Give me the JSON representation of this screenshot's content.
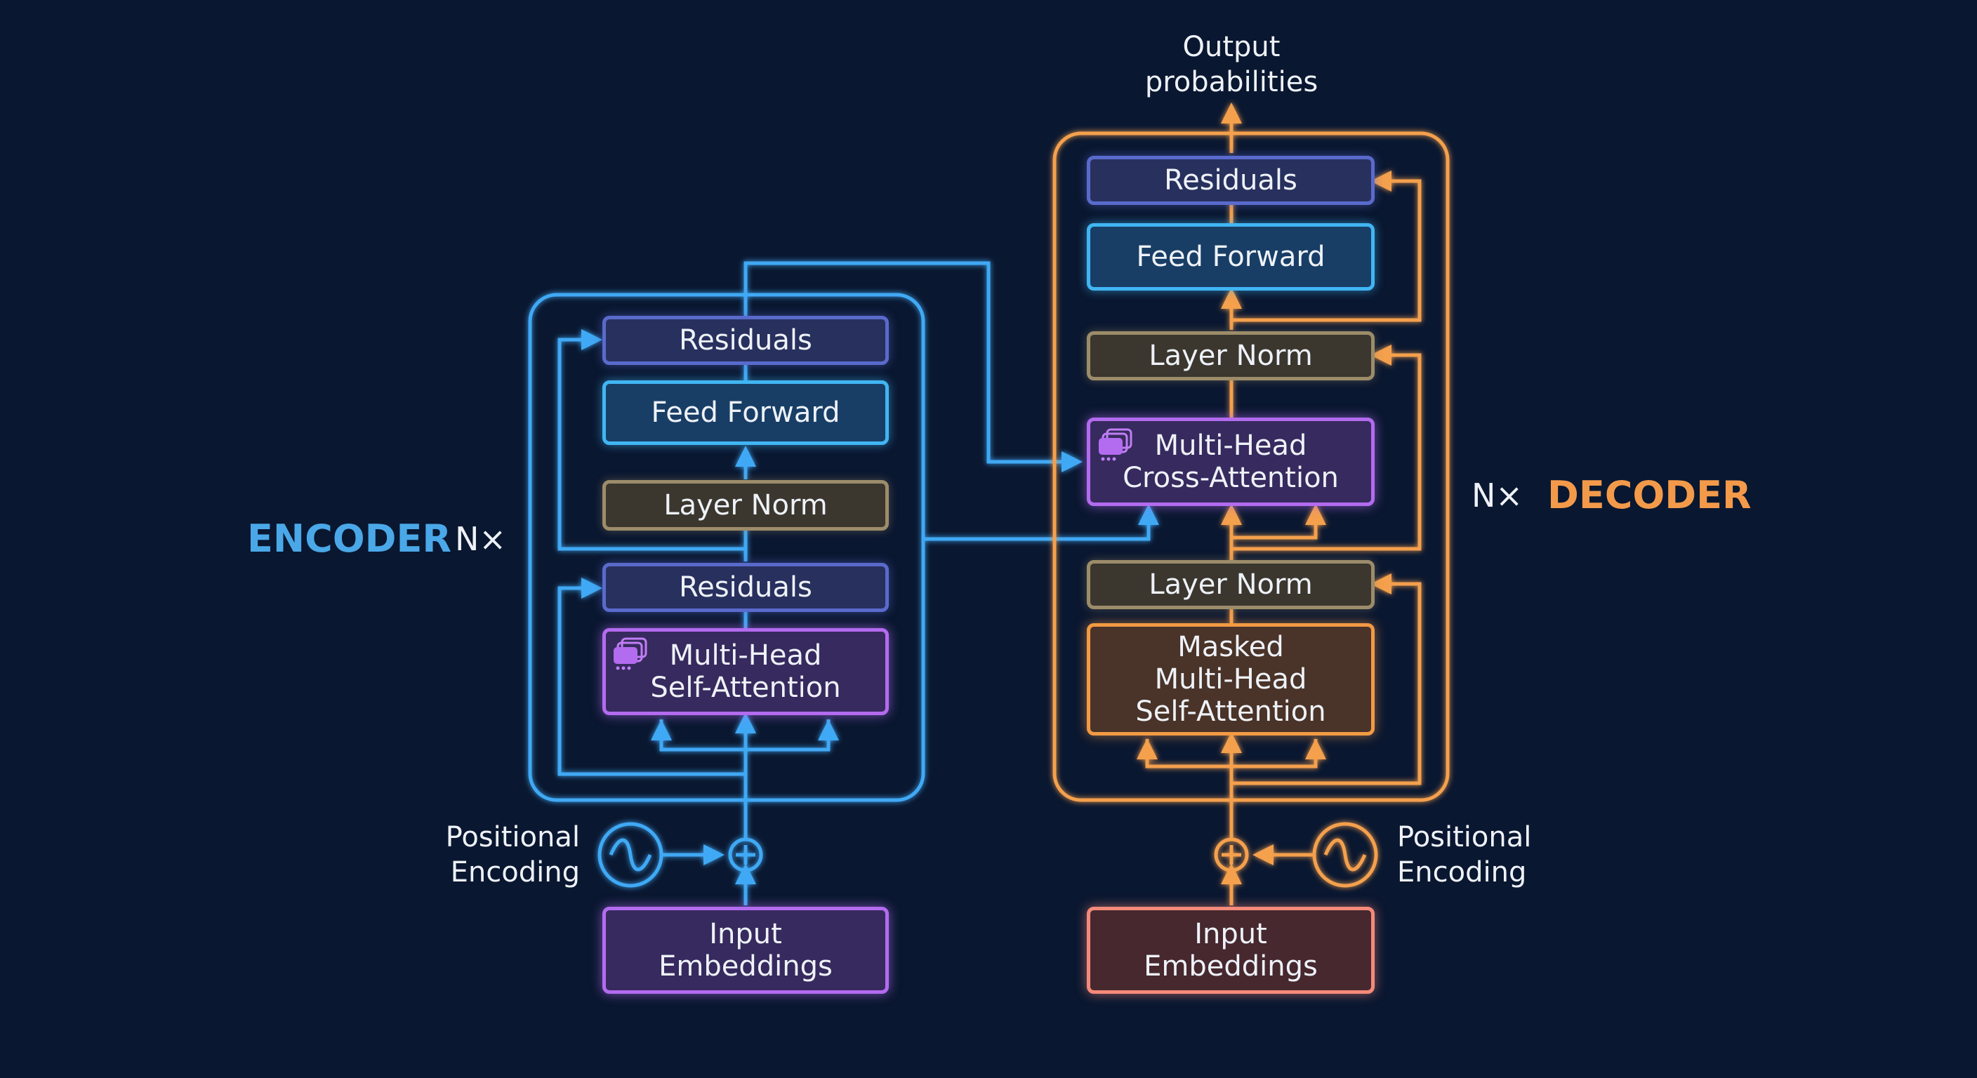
{
  "encoder": {
    "title": "ENCODER",
    "repeat": "N×",
    "residuals_top": "Residuals",
    "feed_forward": "Feed Forward",
    "layer_norm": "Layer Norm",
    "residuals_bottom": "Residuals",
    "attention": "Multi-Head\nSelf-Attention",
    "positional_encoding": "Positional\nEncoding",
    "input_embeddings": "Input\nEmbeddings"
  },
  "decoder": {
    "title": "DECODER",
    "repeat": "N×",
    "output": "Output\nprobabilities",
    "residuals": "Residuals",
    "feed_forward": "Feed Forward",
    "layer_norm_top": "Layer Norm",
    "cross_attention": "Multi-Head\nCross-Attention",
    "layer_norm_bottom": "Layer Norm",
    "masked_attention": "Masked\nMulti-Head\nSelf-Attention",
    "positional_encoding": "Positional\nEncoding",
    "input_embeddings": "Input\nEmbeddings"
  },
  "colors": {
    "background": "#0a1730",
    "encoder_accent": "#3fa9f5",
    "decoder_accent": "#f4a04e",
    "encoder_title": "#4aa8e8",
    "decoder_title": "#f39a4a"
  }
}
